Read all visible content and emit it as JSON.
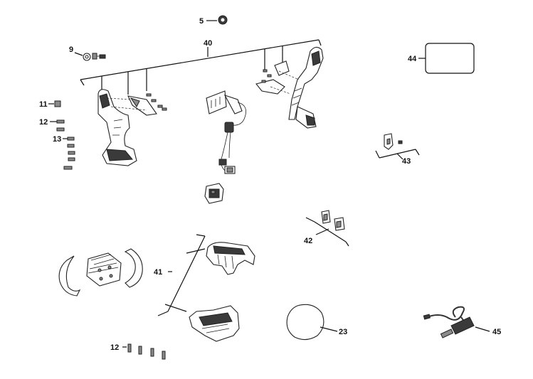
{
  "callouts": {
    "c5": "5",
    "c9": "9",
    "c40": "40",
    "c44": "44",
    "c11": "11",
    "c12a": "12",
    "c13": "13",
    "c43": "43",
    "c42": "42",
    "c41": "41",
    "c23": "23",
    "c45": "45",
    "c12b": "12"
  }
}
